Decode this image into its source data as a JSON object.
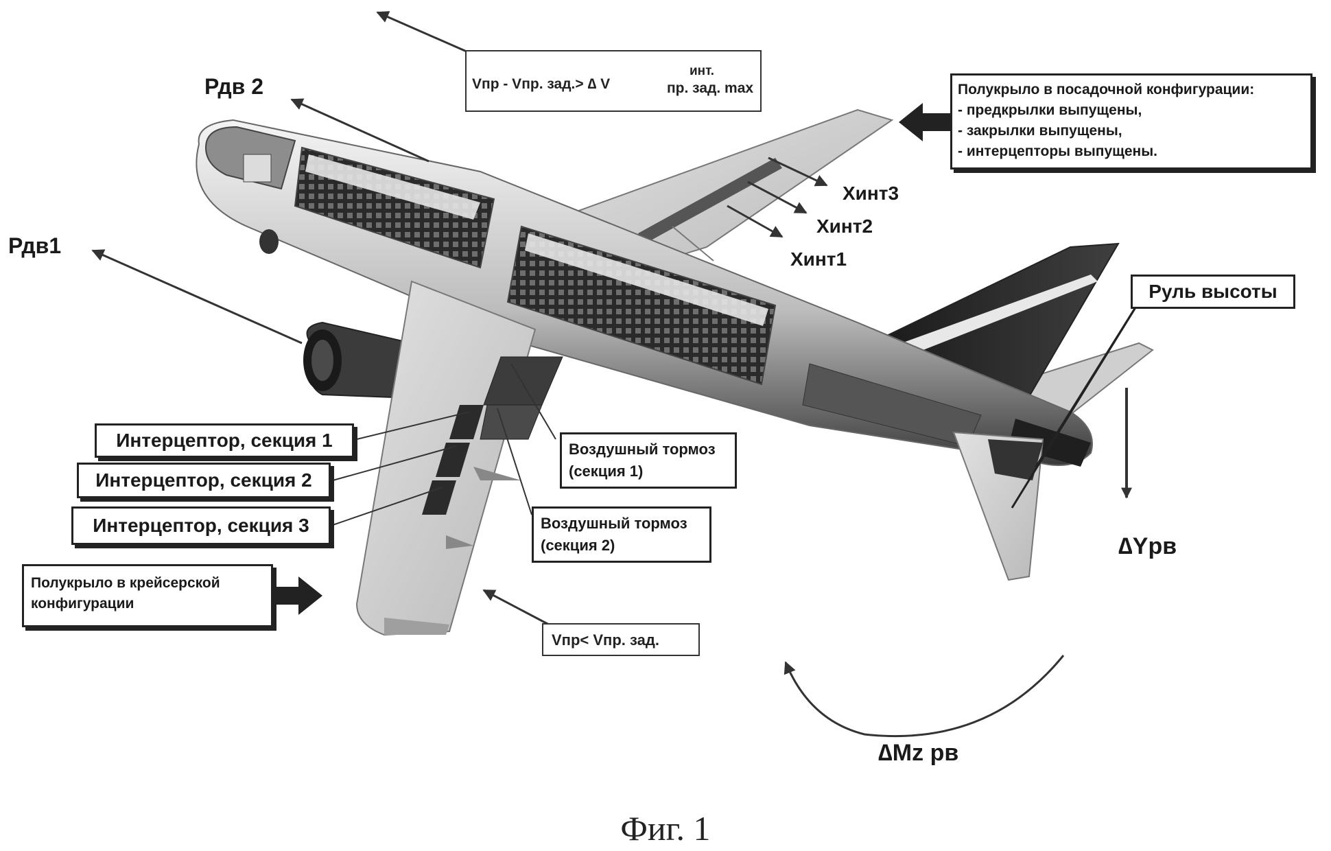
{
  "condition_top": {
    "main": "Vпр - Vпр. зад.> ∆ V",
    "sup": "инт.",
    "sub": "пр. зад. max"
  },
  "condition_bottom": "Vпр< Vпр. зад.",
  "engines": {
    "p2": "Рдв 2",
    "p1": "Рдв1"
  },
  "landing_config": {
    "title": "Полукрыло в посадочной конфигурации:",
    "items": [
      "- предкрылки выпущены,",
      "- закрылки выпущены,",
      "- интерцепторы выпущены."
    ]
  },
  "spoiler_deflections": [
    "Хинт3",
    "Хинт2",
    "Хинт1"
  ],
  "elevator": "Руль высоты",
  "lift_increment": "∆Yрв",
  "moment_increment": "∆Mz рв",
  "spoilers": [
    "Интерцептор, секция 1",
    "Интерцептор, секция 2",
    "Интерцептор, секция 3"
  ],
  "airbrakes": [
    {
      "line1": "Воздушный тормоз",
      "line2": "(секция 1)"
    },
    {
      "line1": "Воздушный тормоз",
      "line2": "(секция 2)"
    }
  ],
  "cruise_config": {
    "line1": "Полукрыло в крейсерской",
    "line2": "конфигурации"
  },
  "caption": "Фиг. 1"
}
